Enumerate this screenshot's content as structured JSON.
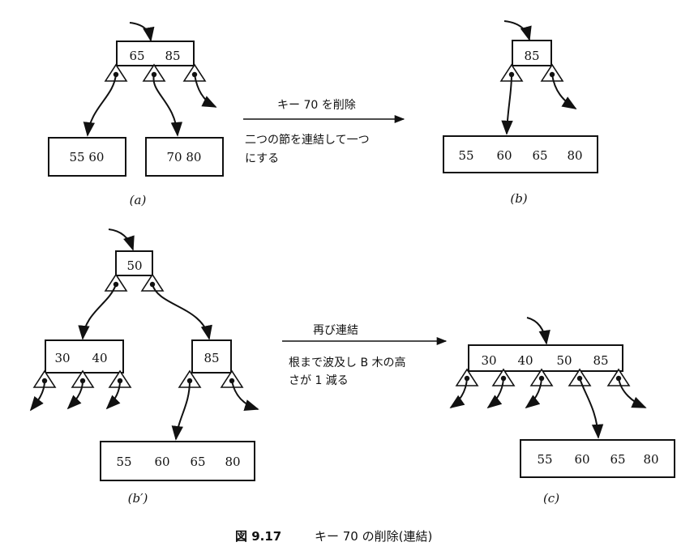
{
  "figure": {
    "label": "図 9.17",
    "title": "キー 70 の削除(連結)"
  },
  "panels": {
    "a": {
      "caption": "(a)",
      "root_keys": [
        "65",
        "85"
      ],
      "leaf_left": "55 60",
      "leaf_right": "70 80"
    },
    "b": {
      "caption": "(b)",
      "root_key": "85",
      "leaf_keys": [
        "55",
        "60",
        "65",
        "80"
      ]
    },
    "b_prime": {
      "caption": "(b′)",
      "root_key": "50",
      "left_keys": [
        "30",
        "40"
      ],
      "right_key": "85",
      "leaf_keys": [
        "55",
        "60",
        "65",
        "80"
      ]
    },
    "c": {
      "caption": "(c)",
      "root_keys": [
        "30",
        "40",
        "50",
        "85"
      ],
      "leaf_keys": [
        "55",
        "60",
        "65",
        "80"
      ]
    }
  },
  "transitions": {
    "t1": {
      "label": "キー 70 を削除",
      "note_lines": [
        "二つの節を連結して一つ",
        "にする"
      ]
    },
    "t2": {
      "label": "再び連結",
      "note_lines": [
        "根まで波及し B 木の高",
        "さが 1 減る"
      ]
    }
  }
}
